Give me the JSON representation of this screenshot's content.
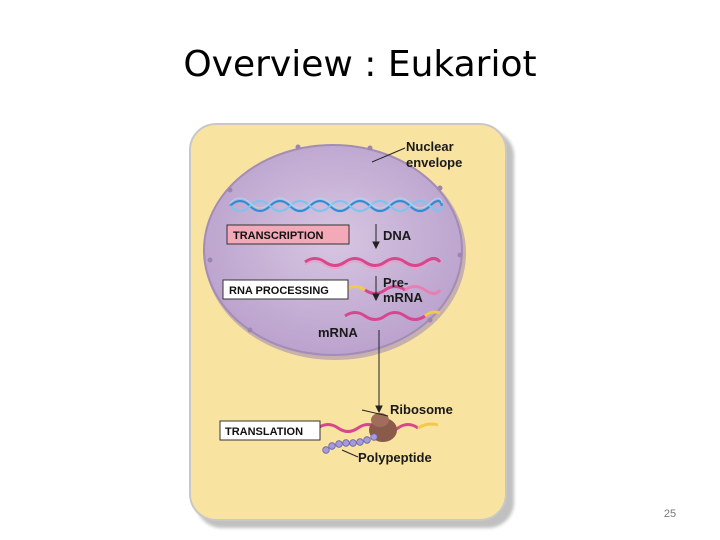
{
  "slide": {
    "title": "Overview : Eukariot",
    "page_number": "25"
  },
  "diagram": {
    "labels": {
      "nuclear_envelope_line1": "Nuclear",
      "nuclear_envelope_line2": "envelope",
      "dna": "DNA",
      "pre_mrna_line1": "Pre-",
      "pre_mrna_line2": "mRNA",
      "mrna": "mRNA",
      "ribosome": "Ribosome",
      "polypeptide": "Polypeptide"
    },
    "process_boxes": {
      "transcription": "TRANSCRIPTION",
      "rna_processing": "RNA PROCESSING",
      "translation": "TRANSLATION"
    },
    "colors": {
      "cytoplasm": "#fbe6a3",
      "nucleus": "#c9b3d6",
      "transcription_box": "#f4a9b8",
      "dna_strand": "#4aa8de",
      "rna_strand": "#e0569a",
      "ribosome": "#8a5a4a",
      "polypeptide": "#9b8fd0"
    }
  }
}
